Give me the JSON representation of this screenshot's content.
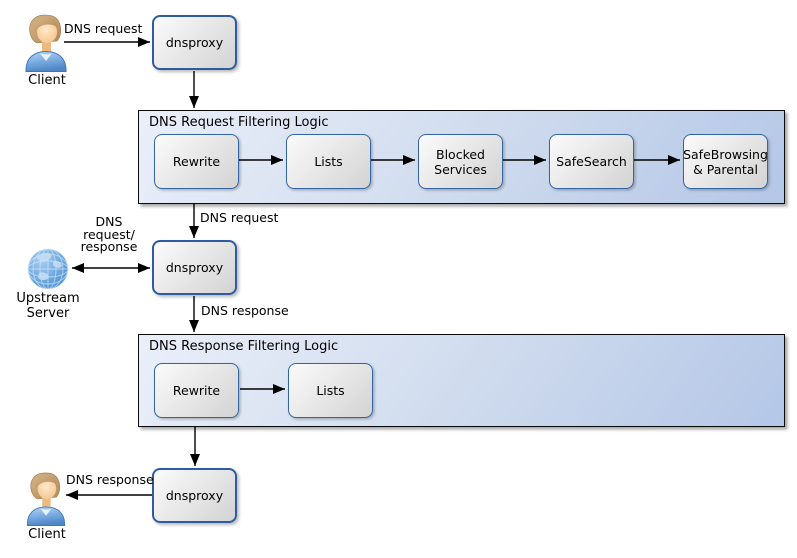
{
  "nodes": {
    "client_top": {
      "label": "Client"
    },
    "dnsproxy_top": {
      "label": "dnsproxy"
    },
    "dnsproxy_middle": {
      "label": "dnsproxy"
    },
    "dnsproxy_bottom": {
      "label": "dnsproxy"
    },
    "upstream_server": {
      "label": "Upstream\nServer"
    },
    "client_bottom": {
      "label": "Client"
    }
  },
  "containers": {
    "request": {
      "title": "DNS Request Filtering Logic",
      "boxes": [
        "Rewrite",
        "Lists",
        "Blocked\nServices",
        "SafeSearch",
        "SafeBrowsing\n& Parental"
      ]
    },
    "response": {
      "title": "DNS Response Filtering Logic",
      "boxes": [
        "Rewrite",
        "Lists"
      ]
    }
  },
  "edge_labels": {
    "client_to_proxy": "DNS request",
    "container_to_proxy": "DNS request",
    "upstream_link": "DNS\nrequest/\nresponse",
    "proxy_to_response_container": "DNS response",
    "proxy_to_client": "DNS response"
  },
  "icons": {
    "client_top": "person-icon",
    "upstream_server": "globe-icon",
    "client_bottom": "person-icon"
  },
  "colors": {
    "container_fill_start": "#eaeffa",
    "container_fill_end": "#b4c7e7",
    "container_border": "#0a0a0a",
    "node_fill_start": "#fbfbfb",
    "node_fill_end": "#d3d3d3",
    "node_border": "#2e5c9e",
    "inner_box_border": "#3465a4",
    "arrow": "#000000",
    "text": "#000000",
    "globe_blue": "#5b9bd5",
    "person_shirt_blue": "#7fb0e4",
    "person_hair": "#c49a6c",
    "person_skin": "#f8cf9d"
  }
}
